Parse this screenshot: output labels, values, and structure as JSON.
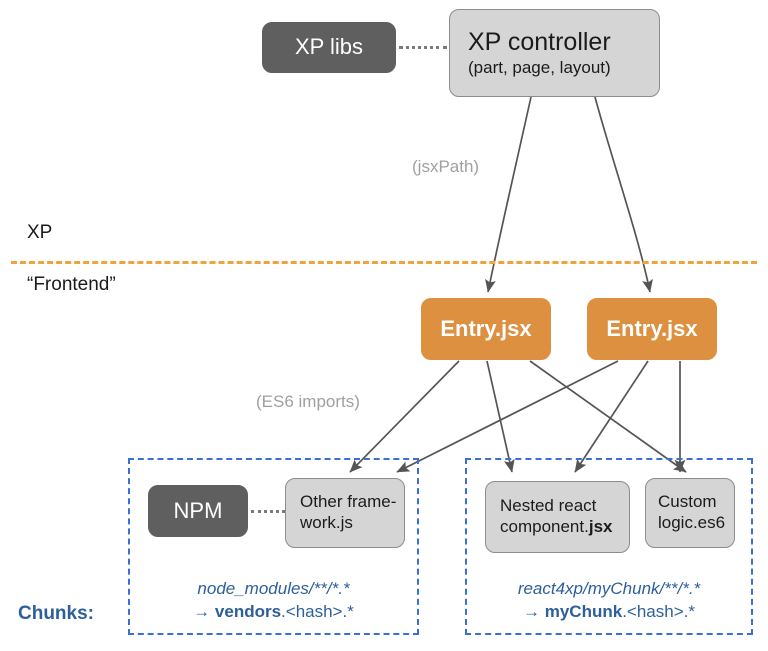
{
  "diagram": {
    "title": "XP / Frontend chunk build diagram",
    "colors": {
      "orange_box": "#dd9040",
      "dark_box": "#5f5f5f",
      "grey_box": "#d5d5d5",
      "divider_orange": "#f0a33c",
      "chunk_blue": "#3b6fd4",
      "chunk_text_blue": "#2d5f9a",
      "arrow_grey": "#555555",
      "muted_grey": "#a0a0a0"
    },
    "nodes": {
      "xp_libs": {
        "label": "XP libs"
      },
      "xp_controller": {
        "label": "XP controller",
        "sub": "(part, page, layout)"
      },
      "entry_left": {
        "label": "Entry.jsx"
      },
      "entry_right": {
        "label": "Entry.jsx"
      },
      "npm": {
        "label": "NPM"
      },
      "other_framework": {
        "line1": "Other frame-",
        "line2": "work.js"
      },
      "nested_react": {
        "line1": "Nested react",
        "line2_plain": "component.",
        "line2_bold": "jsx"
      },
      "custom_logic": {
        "line1": "Custom",
        "line2": "logic.es6"
      }
    },
    "edge_labels": {
      "jsx_path": "(jsxPath)",
      "es6_imports": "(ES6 imports)"
    },
    "zones": {
      "above_divider": "XP",
      "below_divider": "“Frontend”"
    },
    "chunks": {
      "row_label": "Chunks:",
      "vendors": {
        "source_glob": "node_modules/**/*.*",
        "arrow": "→ ",
        "output_name": "vendors",
        "output_suffix": ".<hash>.*"
      },
      "mychunk": {
        "source_glob": "react4xp/myChunk/**/*.*",
        "arrow": "→ ",
        "output_name": "myChunk",
        "output_suffix": ".<hash>.*"
      }
    }
  }
}
